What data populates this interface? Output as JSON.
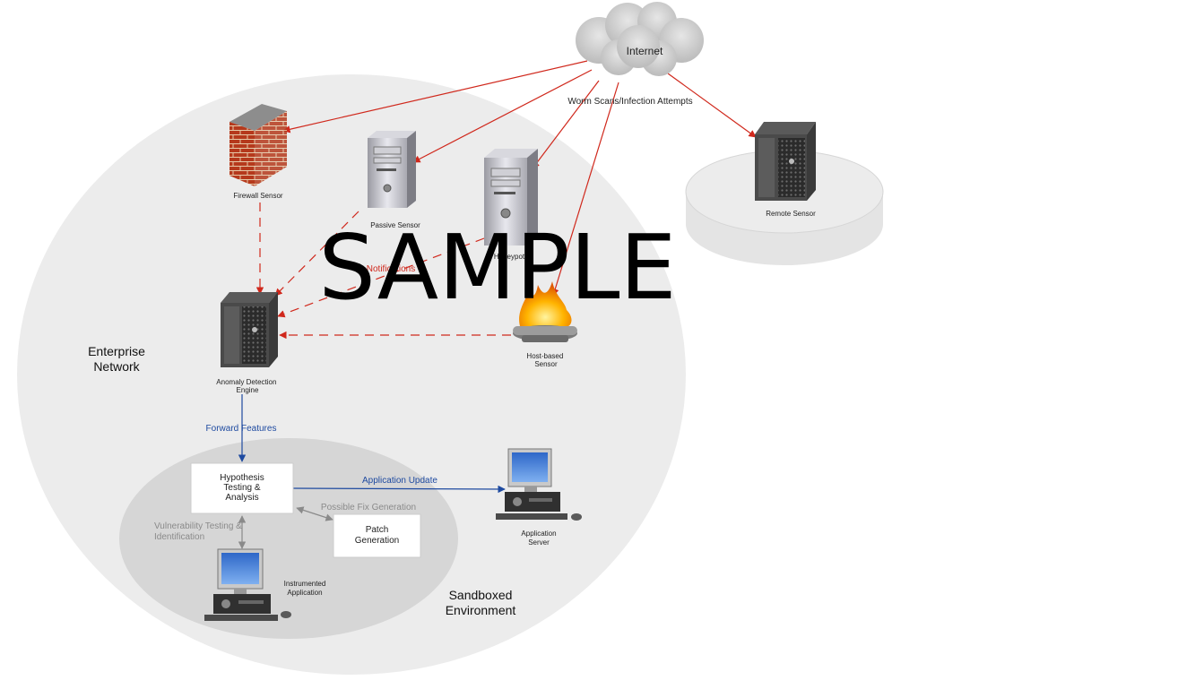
{
  "watermark": "SAMPLE",
  "zones": {
    "enterprise": "Enterprise Network",
    "sandbox": "Sandboxed Environment"
  },
  "nodes": {
    "internet": "Internet",
    "firewall_sensor": "Firewall Sensor",
    "passive_sensor": "Passive Sensor",
    "honeypot": "Honeypot",
    "remote_sensor": "Remote Sensor",
    "anomaly_engine": "Anomaly Detection Engine",
    "host_sensor": "Host-based Sensor",
    "hypothesis": "Hypothesis Testing & Analysis",
    "patch": "Patch Generation",
    "app_server": "Application Server",
    "instrumented_app": "Instrumented Application"
  },
  "edges": {
    "worm": "Worm Scans/Infection Attempts",
    "notifications": "Notifications",
    "forward_features": "Forward Features",
    "app_update": "Application Update",
    "fix_gen": "Possible Fix Generation",
    "vuln_testing": "Vulnerability Testing & Identification"
  },
  "colors": {
    "attack": "#d0281c",
    "flow": "#1e4aa0",
    "internal": "#8a8a8a",
    "enterprise_zone": "#ececec",
    "sandbox_zone": "#d6d6d6"
  }
}
